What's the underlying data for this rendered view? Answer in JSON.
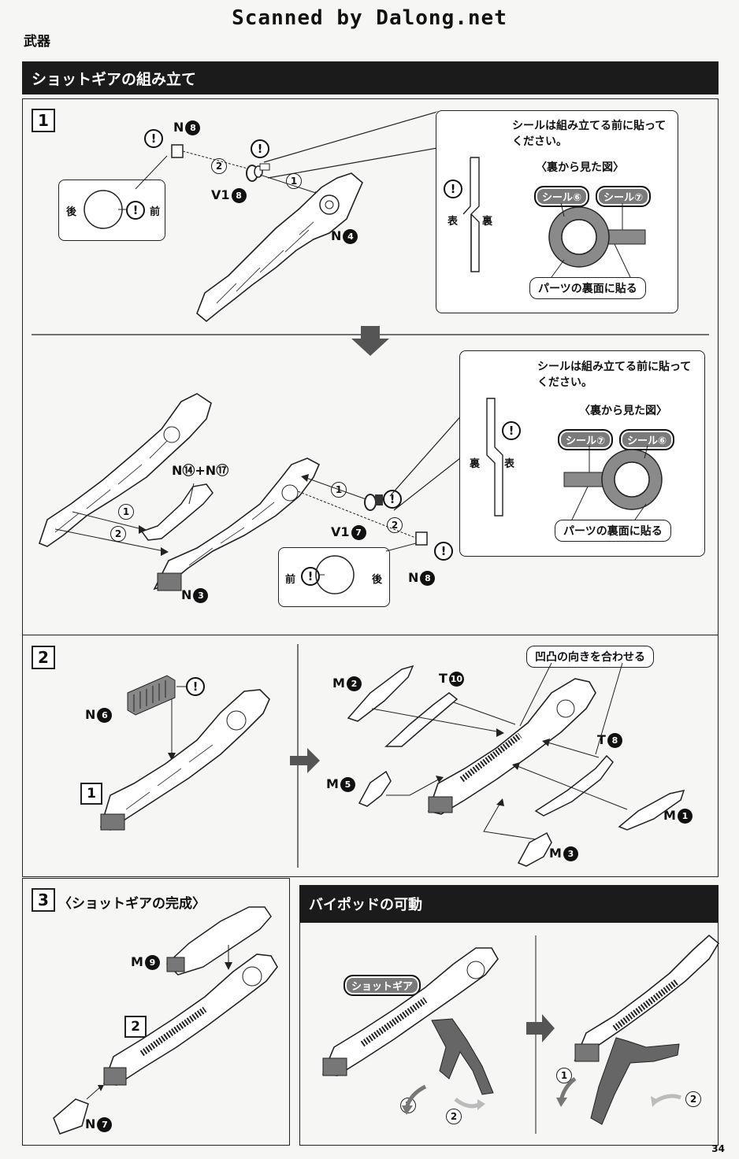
{
  "watermark": "Scanned by Dalong.net",
  "section": "武器",
  "assembly_title": "ショットギアの組み立て",
  "steps": {
    "s1": "1",
    "s2": "2",
    "s3": "3",
    "s3_title": "〈ショットギアの完成〉"
  },
  "step1": {
    "part_n8": "N",
    "part_n8_num": "8",
    "part_v18": "V1",
    "part_v18_num": "8",
    "part_n4": "N",
    "part_n4_num": "4",
    "order1": "1",
    "order2": "2",
    "orient_back": "後",
    "orient_front": "前",
    "warn": "!",
    "note": "シールは組み立てる前に貼ってください。",
    "note_sub": "〈裏から見た図〉",
    "omote": "表",
    "ura": "裏",
    "seal_a": "シール⑥",
    "seal_b": "シール⑦",
    "paste_label": "パーツの裏面に貼る"
  },
  "step1b": {
    "parts_n14_n17": "N⑭+N⑰",
    "part_v17": "V1",
    "part_v17_num": "7",
    "part_n3": "N",
    "part_n3_num": "3",
    "part_n8": "N",
    "part_n8_num": "8",
    "order1": "1",
    "order2": "2",
    "orient_front": "前",
    "orient_back": "後",
    "note": "シールは組み立てる前に貼ってください。",
    "note_sub": "〈裏から見た図〉",
    "ura": "裏",
    "omote": "表",
    "seal_a": "シール⑦",
    "seal_b": "シール⑥",
    "paste_label": "パーツの裏面に貼る"
  },
  "step2": {
    "part_n6": "N",
    "part_n6_num": "6",
    "ref_step": "1",
    "align_label": "凹凸の向きを合わせる",
    "part_m2": "M",
    "part_m2_num": "2",
    "part_t10": "T",
    "part_t10_num": "10",
    "part_t8": "T",
    "part_t8_num": "8",
    "part_m5": "M",
    "part_m5_num": "5",
    "part_m1": "M",
    "part_m1_num": "1",
    "part_m3": "M",
    "part_m3_num": "3"
  },
  "step3": {
    "part_m9": "M",
    "part_m9_num": "9",
    "ref_step": "2",
    "part_n7": "N",
    "part_n7_num": "7"
  },
  "bipod": {
    "title": "バイポッドの可動",
    "gear_label": "ショットギア",
    "a1": "1",
    "a2": "2",
    "b1": "1",
    "b2": "2"
  },
  "page_number": "34"
}
